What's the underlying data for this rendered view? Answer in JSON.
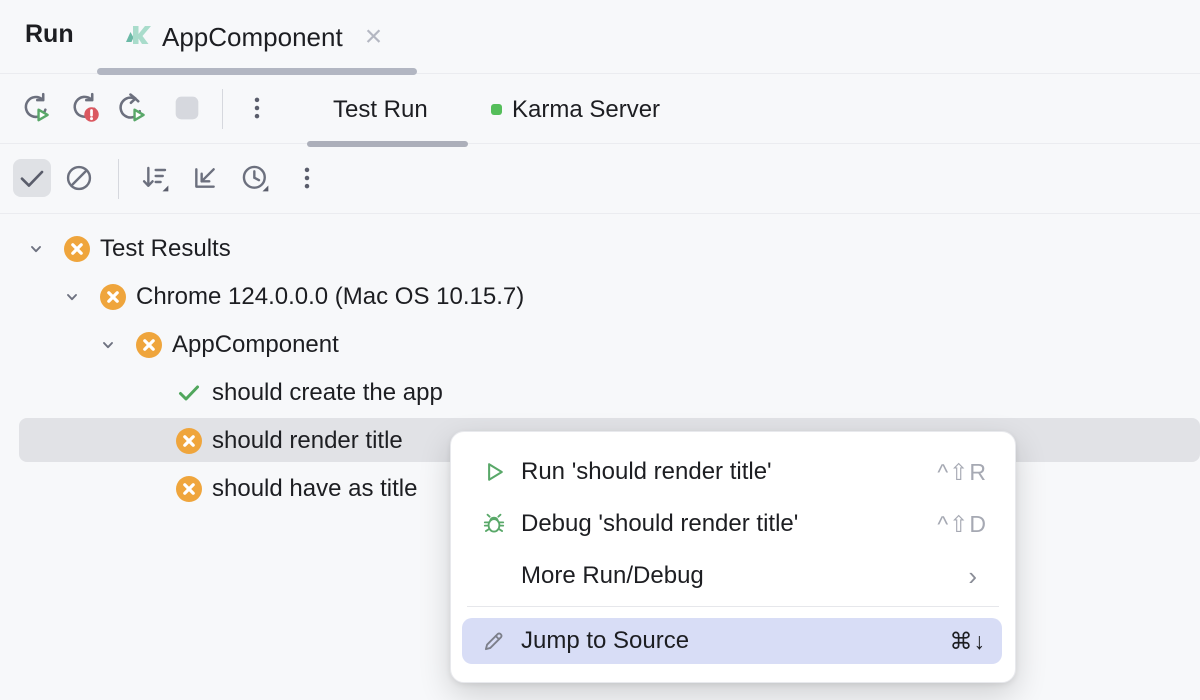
{
  "header": {
    "tool_label": "Run",
    "tab": {
      "label": "AppComponent",
      "close_glyph": "×",
      "icon": "karma-icon"
    }
  },
  "toolbar_main": {
    "buttons": [
      {
        "icon": "rerun-icon",
        "name": "rerun-tests"
      },
      {
        "icon": "rerun-failed-icon",
        "name": "rerun-failed-tests"
      },
      {
        "icon": "toggle-auto-test-icon",
        "name": "toggle-auto-test"
      },
      {
        "icon": "stop-icon",
        "name": "stop",
        "disabled": true
      },
      {
        "icon": "kebab-menu-icon",
        "name": "more-options"
      }
    ],
    "tabs": [
      {
        "label": "Test Run",
        "active": true
      },
      {
        "label": "Karma Server",
        "status_dot_color": "#55BE5A"
      }
    ]
  },
  "toolbar_tests": {
    "buttons": [
      {
        "icon": "show-passed-icon",
        "name": "show-passed",
        "toggled": true
      },
      {
        "icon": "show-ignored-icon",
        "name": "show-ignored"
      },
      {
        "icon": "sort-icon",
        "name": "sort-tests"
      },
      {
        "icon": "collapse-arrow-icon",
        "name": "navigate-to-test"
      },
      {
        "icon": "clock-icon",
        "name": "sort-by-duration"
      },
      {
        "icon": "kebab-menu-icon",
        "name": "more-options"
      }
    ]
  },
  "tree": {
    "rows": [
      {
        "label": "Test Results",
        "level": 0,
        "status": "failed",
        "expanded": true
      },
      {
        "label": "Chrome 124.0.0.0 (Mac OS 10.15.7)",
        "level": 1,
        "status": "failed",
        "expanded": true
      },
      {
        "label": "AppComponent",
        "level": 2,
        "status": "failed",
        "expanded": true
      },
      {
        "label": "should create the app",
        "level": 3,
        "status": "passed"
      },
      {
        "label": "should render title",
        "level": 3,
        "status": "failed",
        "selected": true
      },
      {
        "label": "should have as title",
        "level": 3,
        "status": "failed"
      }
    ]
  },
  "context_menu": {
    "items": [
      {
        "label": "Run 'should render title'",
        "shortcut": "^⇧R",
        "icon": "run-icon"
      },
      {
        "label": "Debug 'should render title'",
        "shortcut": "^⇧D",
        "icon": "debug-bug-icon"
      },
      {
        "label": "More Run/Debug",
        "submenu_glyph": "›"
      },
      {
        "label": "Jump to Source",
        "shortcut": "⌘↓",
        "icon": "pencil-icon",
        "highlighted": true
      }
    ]
  },
  "colors": {
    "background": "#F7F8FA",
    "border": "#EBECF0",
    "failed_badge": "#EFA53C",
    "passed_check": "#50A65C",
    "selection_row": "#E1E2E6",
    "menu_highlight": "#D8DDF6",
    "run_green": "#59A869",
    "error_red": "#DB5860",
    "server_dot": "#55BE5A"
  }
}
